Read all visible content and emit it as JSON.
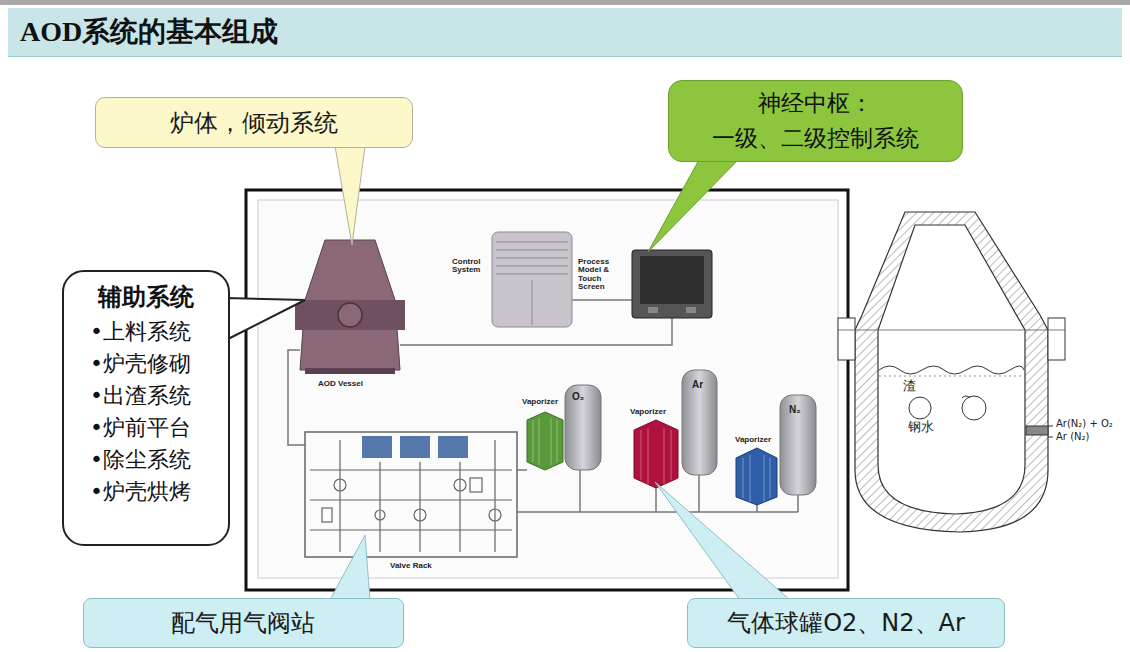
{
  "diagram": {
    "title": "AOD系统的基本组成",
    "nodes": [
      {
        "text": [
          "炉体，倾动系统"
        ]
      },
      {
        "text": [
          "神经中枢：",
          "一级、二级控制系统"
        ]
      },
      {
        "text": [
          "辅助系统",
          "•上料系统",
          "•炉壳修砌",
          "•出渣系统",
          "•炉前平台",
          "•除尘系统",
          "•炉壳烘烤"
        ]
      },
      {
        "text": [
          "配气用气阀站"
        ]
      },
      {
        "text": [
          "气体球罐O2、N2、Ar"
        ]
      }
    ],
    "labels": [
      "Control System",
      "Process Model & Touch Screen",
      "AOD Vessel",
      "Vaporizer",
      "O₂",
      "Vaporizer",
      "Ar",
      "Vaporizer",
      "N₂",
      "Valve Rack",
      "渣",
      "钢水",
      "Ar(N₂) + O₂",
      "Ar (N₂)"
    ]
  }
}
